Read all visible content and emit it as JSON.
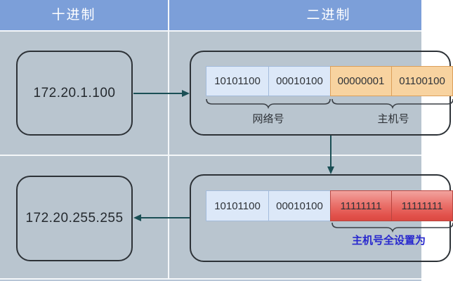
{
  "headers": {
    "decimal_label": "十进制",
    "binary_label": "二进制"
  },
  "top_row": {
    "decimal_value": "172.20.1.100",
    "octets": [
      "10101100",
      "00010100",
      "00000001",
      "01100100"
    ],
    "network_label": "网络号",
    "host_label": "主机号"
  },
  "bottom_row": {
    "decimal_value": "172.20.255.255",
    "octets": [
      "10101100",
      "00010100",
      "11111111",
      "11111111"
    ],
    "annotation": "主机号全设置为"
  },
  "colors": {
    "header_bg": "#7C9FD9",
    "canvas_bg": "#B9C5CF",
    "grid_line": "#F4F7F9",
    "shape_border": "#2D3237",
    "arrow": "#1B4F55",
    "network_cell_bg": "#DCE8F8",
    "network_cell_border": "#A3BBDB",
    "host_cell_bg": "#F8D3A0",
    "host_cell_border": "#DC9F59",
    "broadcast_cell_top": "#F2A39E",
    "broadcast_cell_bottom": "#DA4A43",
    "broadcast_cell_border": "#B84640",
    "annotation_text": "#2727CE"
  }
}
